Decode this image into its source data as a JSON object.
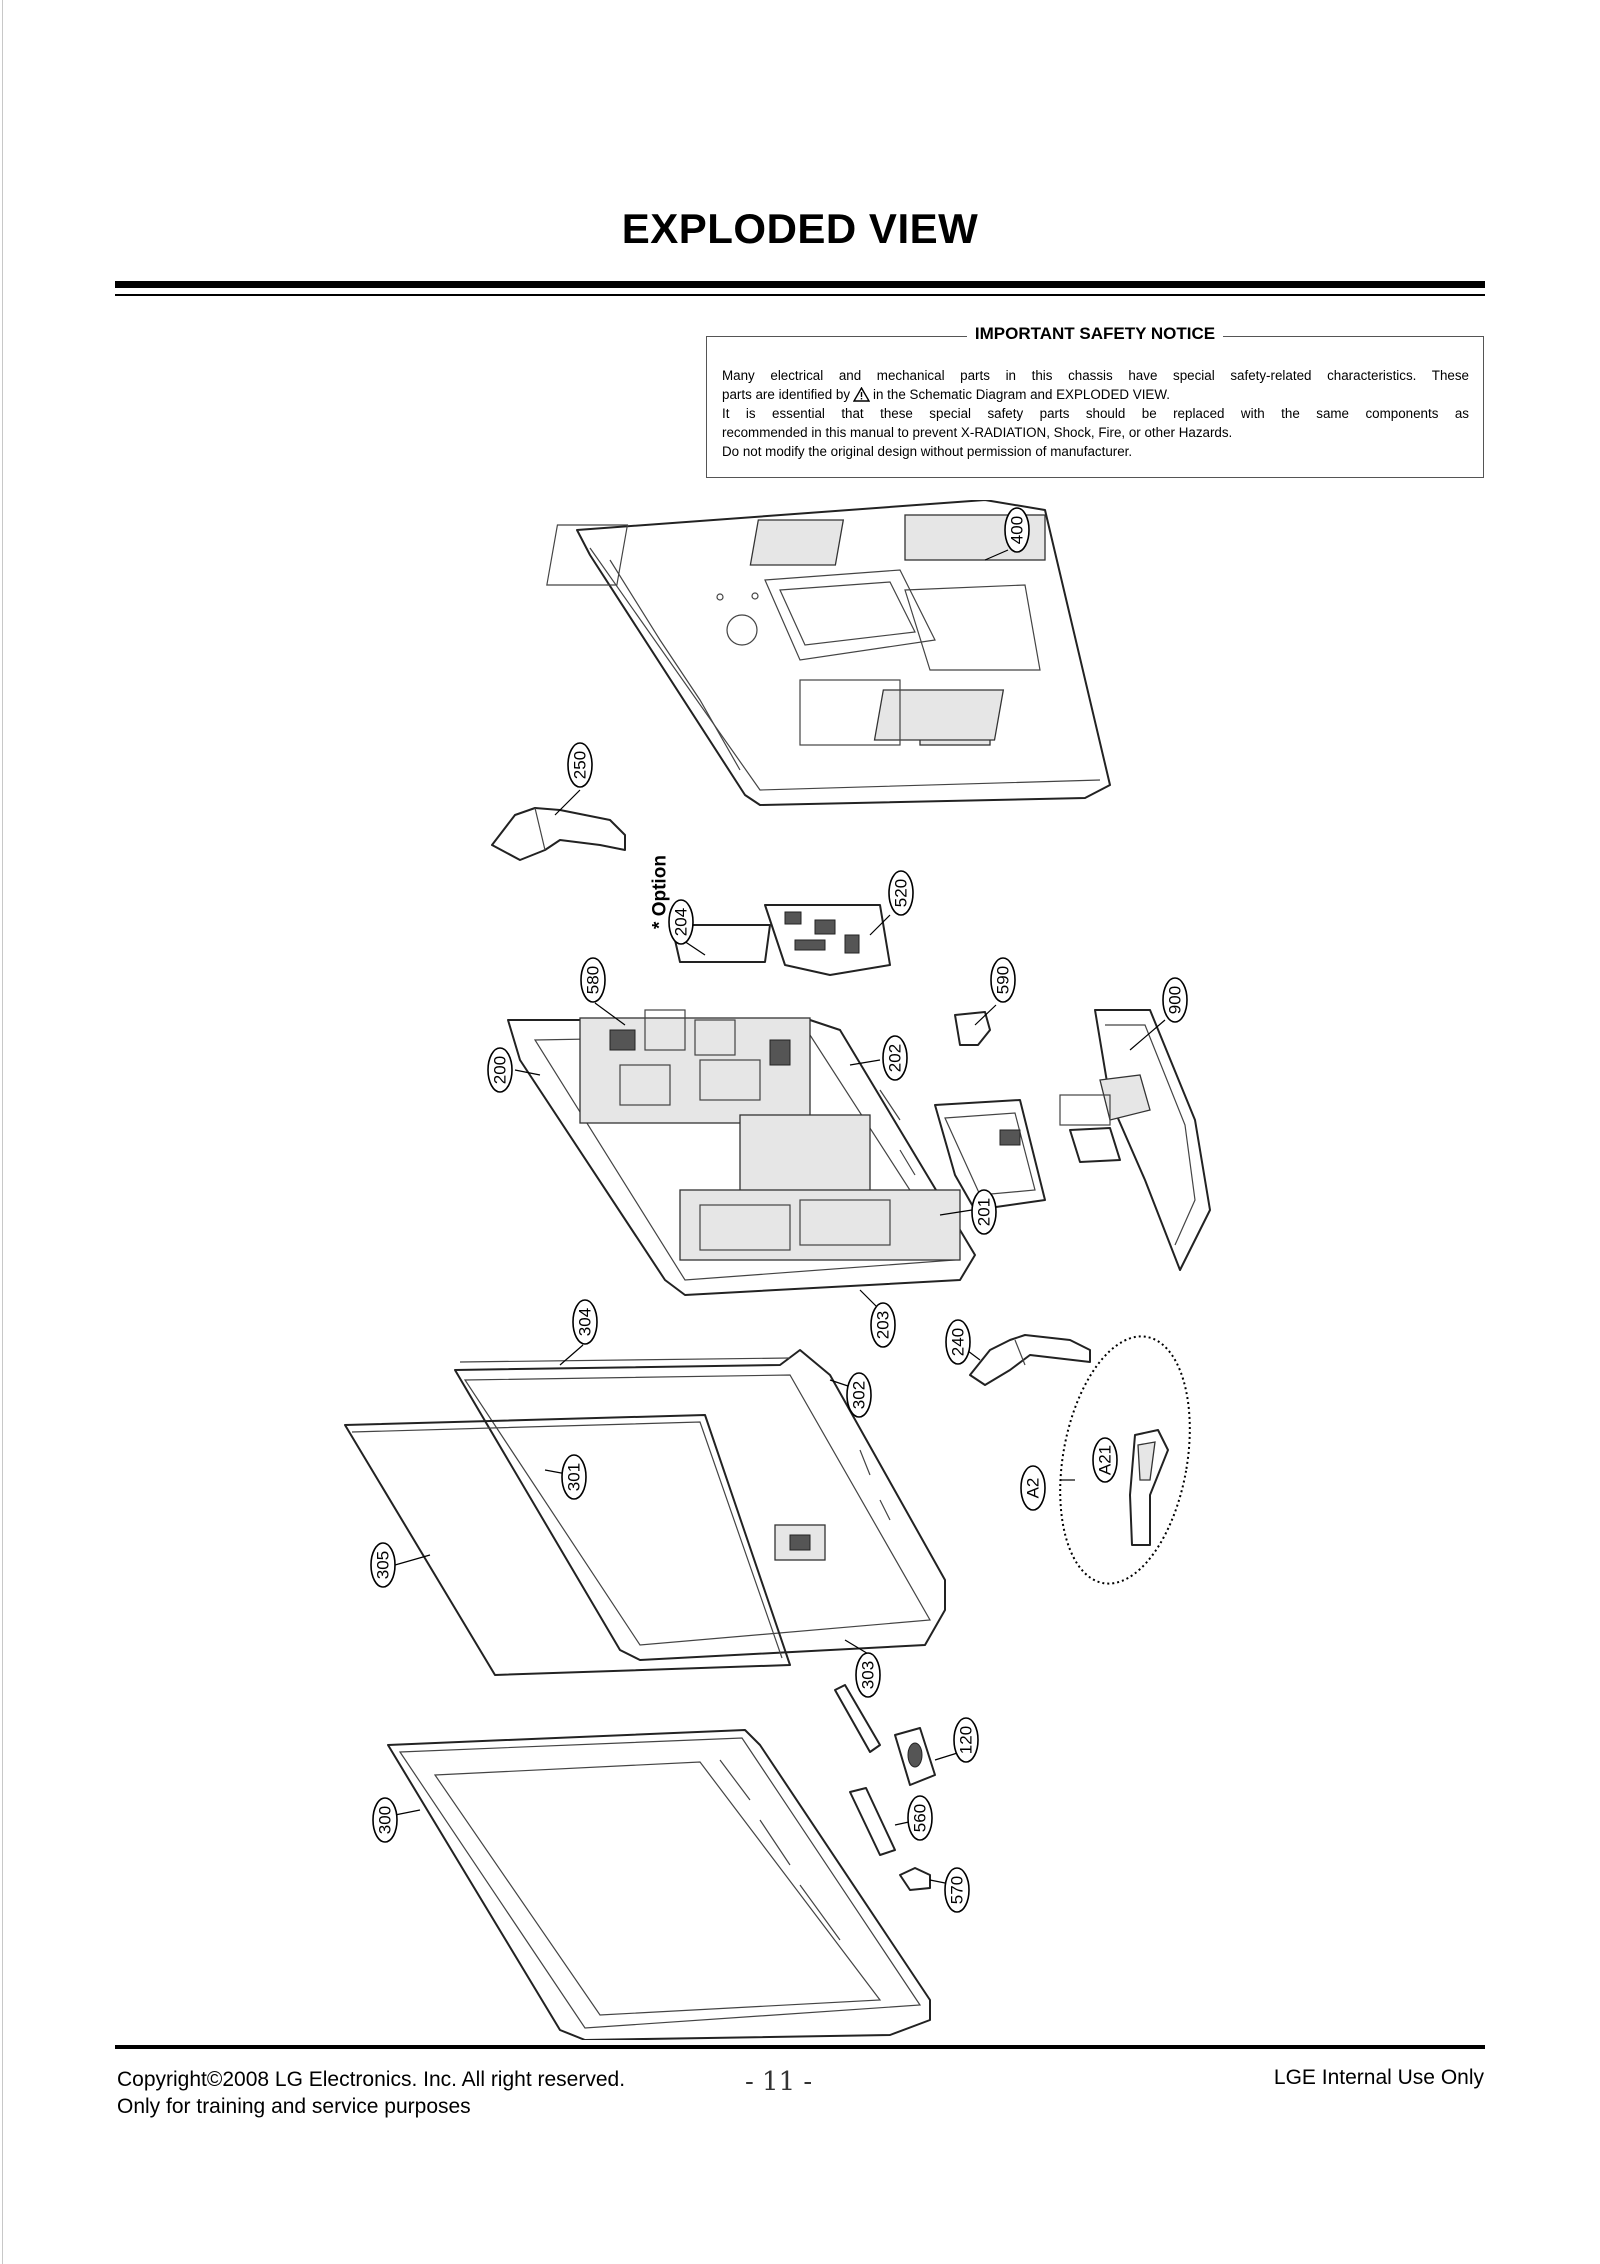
{
  "page": {
    "title": "EXPLODED VIEW",
    "page_number": "- 11 -"
  },
  "notice": {
    "title": "IMPORTANT SAFETY NOTICE",
    "line1": "Many electrical and mechanical parts in this chassis have special safety-related characteristics. These",
    "line2a": "parts are identified by",
    "line2b": "in the Schematic Diagram and EXPLODED VIEW.",
    "line3": "It is essential that these special safety parts should be replaced with the same components as",
    "line4": "recommended in this manual to prevent X-RADIATION, Shock, Fire, or other Hazards.",
    "line5": "Do not modify the original design without permission of manufacturer.",
    "icon": "warning-triangle-icon"
  },
  "diagram": {
    "option_label": "* Option",
    "callouts": {
      "c400": "400",
      "c250": "250",
      "c204": "204",
      "c520": "520",
      "c580": "580",
      "c590": "590",
      "c900": "900",
      "c200": "200",
      "c202": "202",
      "c201": "201",
      "c304": "304",
      "c203": "203",
      "c240": "240",
      "c302": "302",
      "c301": "301",
      "c305": "305",
      "c21": "A21",
      "c2": "A2",
      "c303": "303",
      "c120": "120",
      "c300": "300",
      "c560": "560",
      "c570": "570"
    }
  },
  "footer": {
    "copyright": "Copyright©2008 LG Electronics. Inc. All right reserved.",
    "purpose": "Only for training and service purposes",
    "internal": "LGE Internal Use Only"
  }
}
